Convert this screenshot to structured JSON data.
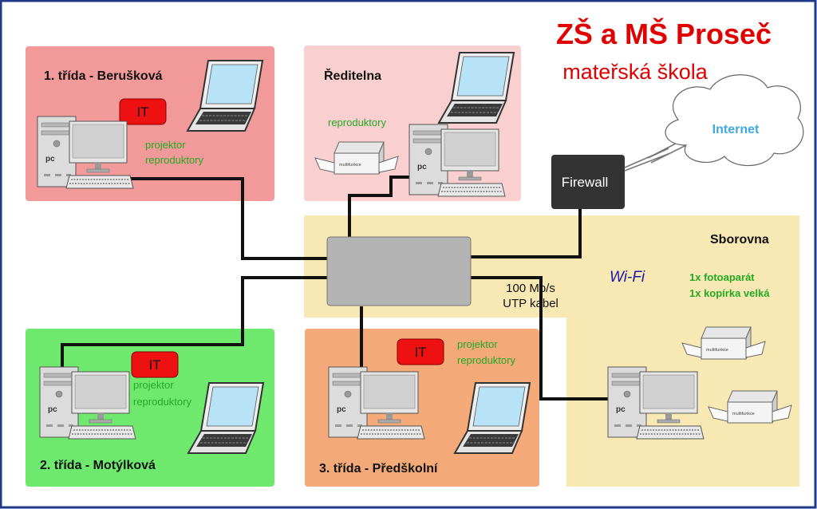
{
  "header": {
    "title": "ZŠ a MŠ Proseč",
    "subtitle": "mateřská škola",
    "title_color": "#e00000"
  },
  "rooms": {
    "trida1": {
      "label": "1. třída - Berušková",
      "it_badge": "IT",
      "equipment": [
        "projektor",
        "reproduktory"
      ],
      "color": "#f29a9a"
    },
    "reditelna": {
      "label": "Ředitelna",
      "equipment": [
        "reproduktory"
      ],
      "color": "#f9cfcf"
    },
    "sborovna": {
      "label": "Sborovna",
      "wifi": "Wi-Fi",
      "equipment": [
        "1x fotoaparát",
        "1x kopírka velká"
      ],
      "color": "#f8e8b4"
    },
    "trida2": {
      "label": "2. třída - Motýlková",
      "it_badge": "IT",
      "equipment": [
        "projektor",
        "reproduktory"
      ],
      "color": "#6ee96e"
    },
    "trida3": {
      "label": "3. třída - Předškolní",
      "it_badge": "IT",
      "equipment": [
        "projektor",
        "reproduktory"
      ],
      "color": "#f3a978"
    }
  },
  "network": {
    "firewall": "Firewall",
    "internet": "Internet",
    "cable_line1": "100 Mb/s",
    "cable_line2": "UTP kabel"
  },
  "device_labels": {
    "pc": "pc",
    "printer": "multifunkce"
  },
  "colors": {
    "border": "#1f3a8a",
    "equipment_text": "#22aa22",
    "it_badge": "#ee1111",
    "wifi_text": "#1a1aa8",
    "internet_text": "#3fa9e0",
    "switch": "#b3b3b3",
    "firewall": "#333333"
  }
}
